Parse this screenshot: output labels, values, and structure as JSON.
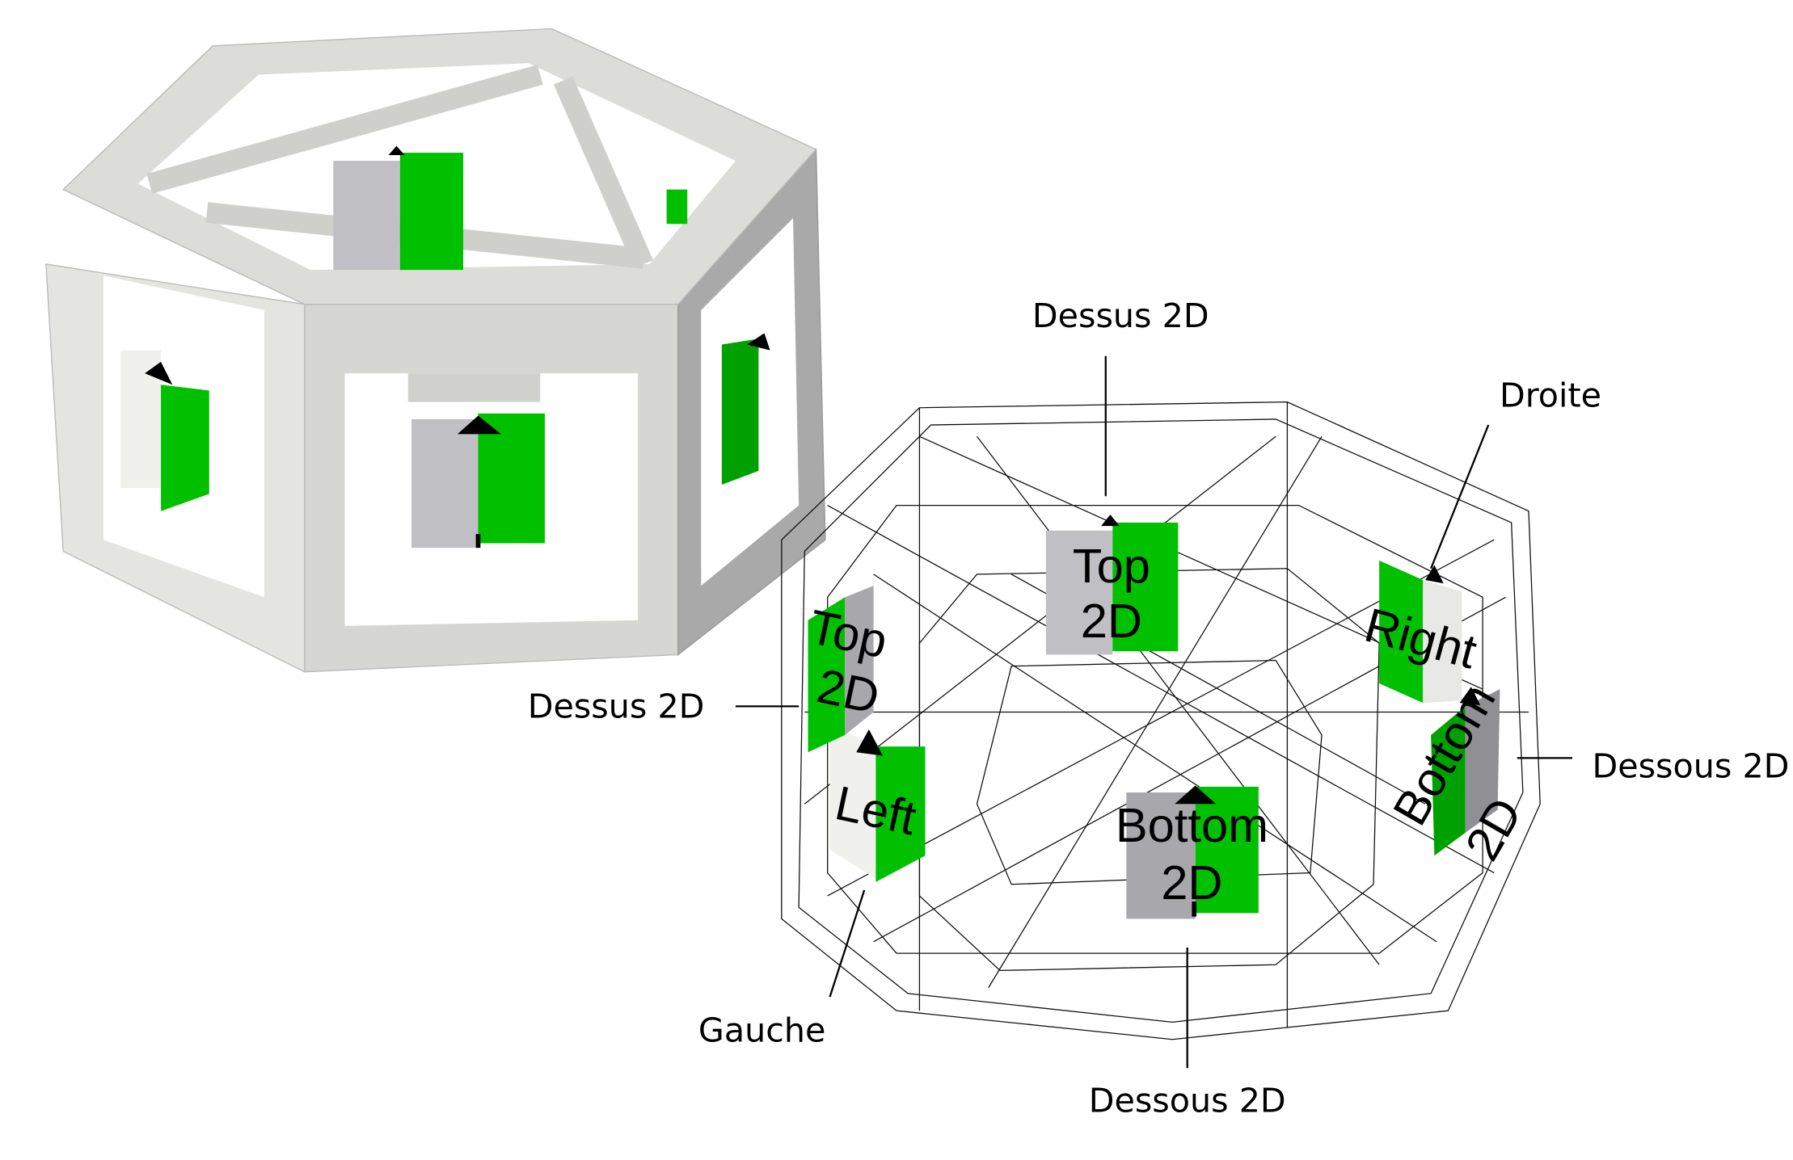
{
  "labels": {
    "dessus_top": "Dessus 2D",
    "droite": "Droite",
    "dessus_left": "Dessus 2D",
    "dessous_right": "Dessous 2D",
    "gauche": "Gauche",
    "dessous_bottom": "Dessous 2D"
  },
  "panels": {
    "top_line1": "Top",
    "top_line2": "2D",
    "bottom_line1": "Bottom",
    "bottom_line2": "2D",
    "right": "Right",
    "left": "Left",
    "small_top_line1": "Top",
    "small_top_line2": "2D",
    "small_bottom_line1": "Bottom",
    "small_bottom_line2": "2D"
  },
  "colors": {
    "green": "#00c000",
    "panel_gray": "#c0c0c4",
    "solid": "#dcdcd8"
  }
}
